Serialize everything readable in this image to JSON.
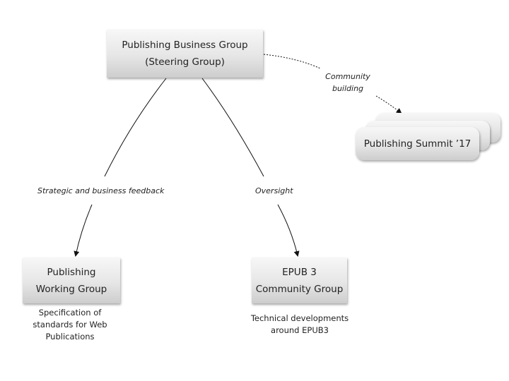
{
  "nodes": {
    "business_group": {
      "line1": "Publishing Business Group",
      "line2": "(Steering Group)"
    },
    "working_group": {
      "line1": "Publishing",
      "line2": "Working Group",
      "caption": [
        "Specification of",
        "standards for Web",
        "Publications"
      ]
    },
    "epub_group": {
      "line1": "EPUB 3",
      "line2": "Community Group",
      "caption": [
        "Technical developments",
        "around EPUB3"
      ]
    },
    "summit": {
      "label": "Publishing Summit ’17"
    }
  },
  "edges": {
    "strategic": {
      "label": "Strategic and business feedback"
    },
    "oversight": {
      "label": "Oversight"
    },
    "community": {
      "line1": "Community",
      "line2": "building"
    }
  },
  "colors": {
    "box_top": "#f7f7f7",
    "box_bottom": "#cdcdcd",
    "line": "#111111",
    "text": "#222222"
  }
}
